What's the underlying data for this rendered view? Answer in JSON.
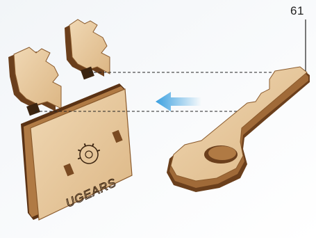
{
  "part": {
    "number": "61"
  },
  "brand": {
    "logo_text": "UGEARS"
  },
  "arrow": {
    "direction": "left",
    "color": "#3aa0e0"
  },
  "colors": {
    "wood_face": "#e6c49a",
    "wood_light": "#f0d8b4",
    "wood_dark": "#6b3f1c",
    "wood_mid": "#a06a38",
    "guide_line": "#222222"
  }
}
